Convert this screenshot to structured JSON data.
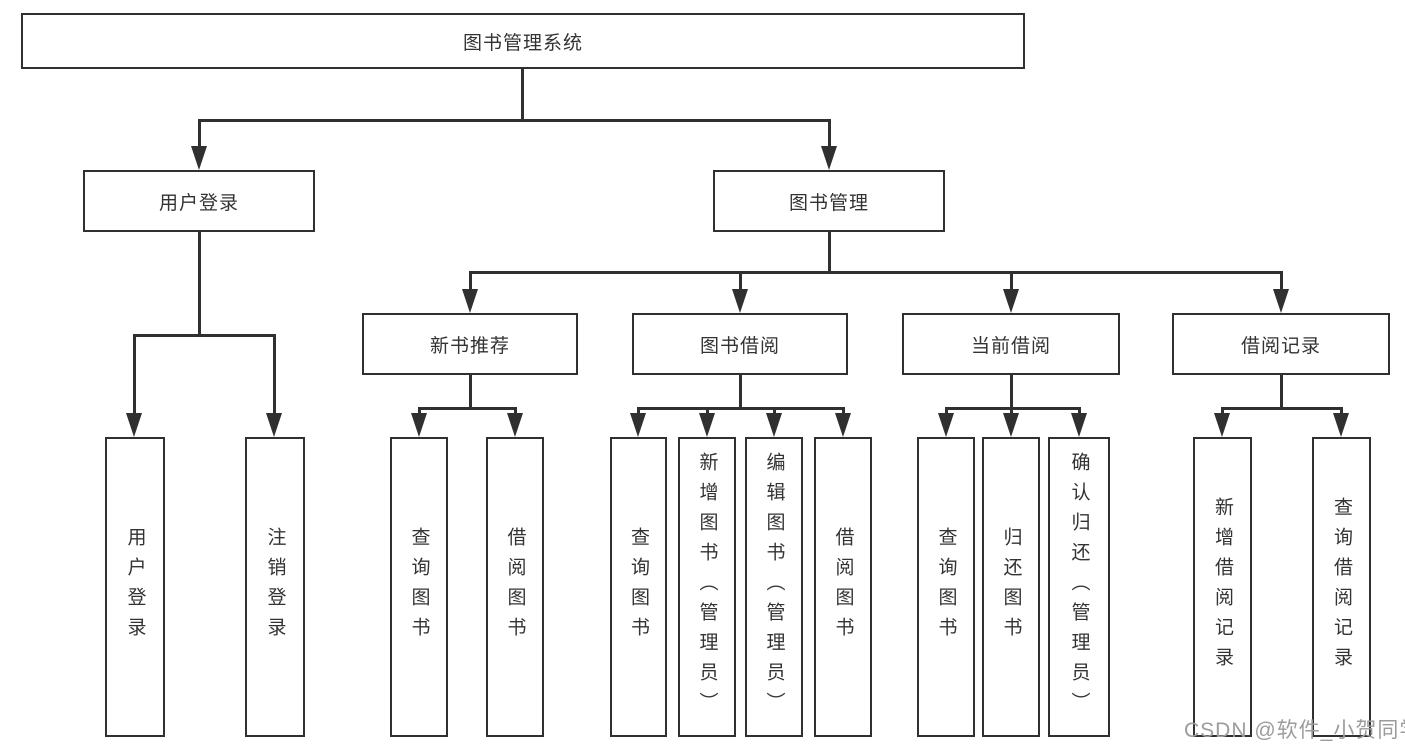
{
  "diagram_title": "图书管理系统",
  "nodes": {
    "root": "图书管理系统",
    "user_login": "用户登录",
    "book_mgmt": "图书管理",
    "new_book_rec": "新书推荐",
    "book_borrow": "图书借阅",
    "current_borrow": "当前借阅",
    "borrow_record": "借阅记录",
    "leaf_user_login": "用户登录",
    "leaf_logout": "注销登录",
    "leaf_query_book_rec": "查询图书",
    "leaf_borrow_book_rec": "借阅图书",
    "leaf_query_book_borrow": "查询图书",
    "leaf_add_book_admin": "新增图书（管理员）",
    "leaf_edit_book_admin": "编辑图书（管理员）",
    "leaf_borrow_book_borrow": "借阅图书",
    "leaf_query_book_current": "查询图书",
    "leaf_return_book": "归还图书",
    "leaf_confirm_return_admin": "确认归还（管理员）",
    "leaf_add_borrow_record": "新增借阅记录",
    "leaf_query_borrow_record": "查询借阅记录"
  },
  "watermark": "CSDN @软件_小贺同学",
  "colors": {
    "line": "#303030",
    "text": "#333333",
    "watermark_text": "#9c9c9c",
    "background": "#ffffff"
  }
}
